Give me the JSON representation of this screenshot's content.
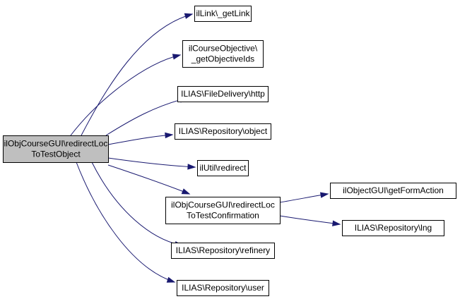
{
  "graph": {
    "colors": {
      "root_fill": "#bfbfbf",
      "node_fill": "#ffffff",
      "border": "#000000",
      "edge": "#191970"
    },
    "nodes": [
      {
        "id": "root",
        "lines": [
          "ilObjCourseGUI\\redirectLoc",
          "ToTestObject"
        ],
        "root": true
      },
      {
        "id": "getlink",
        "lines": [
          "ilLink\\_getLink"
        ]
      },
      {
        "id": "getobj",
        "lines": [
          "ilCourseObjective\\",
          "_getObjectiveIds"
        ]
      },
      {
        "id": "http",
        "lines": [
          "ILIAS\\FileDelivery\\http"
        ]
      },
      {
        "id": "object",
        "lines": [
          "ILIAS\\Repository\\object"
        ]
      },
      {
        "id": "redirect",
        "lines": [
          "ilUtil\\redirect"
        ]
      },
      {
        "id": "confirm",
        "lines": [
          "ilObjCourseGUI\\redirectLoc",
          "ToTestConfirmation"
        ]
      },
      {
        "id": "refinery",
        "lines": [
          "ILIAS\\Repository\\refinery"
        ]
      },
      {
        "id": "user",
        "lines": [
          "ILIAS\\Repository\\user"
        ]
      },
      {
        "id": "form",
        "lines": [
          "ilObjectGUI\\getFormAction"
        ]
      },
      {
        "id": "lng",
        "lines": [
          "ILIAS\\Repository\\lng"
        ]
      }
    ],
    "edges": [
      {
        "from": "root",
        "to": "getlink"
      },
      {
        "from": "root",
        "to": "getobj"
      },
      {
        "from": "root",
        "to": "http"
      },
      {
        "from": "root",
        "to": "object"
      },
      {
        "from": "root",
        "to": "redirect"
      },
      {
        "from": "root",
        "to": "confirm"
      },
      {
        "from": "root",
        "to": "refinery"
      },
      {
        "from": "root",
        "to": "user"
      },
      {
        "from": "confirm",
        "to": "form"
      },
      {
        "from": "confirm",
        "to": "lng"
      }
    ]
  }
}
